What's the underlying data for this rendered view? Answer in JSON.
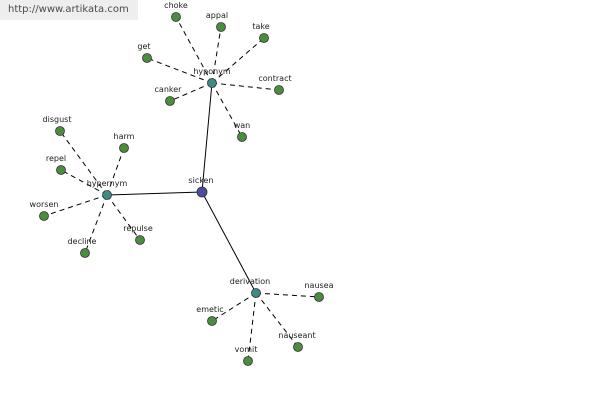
{
  "watermark": {
    "text": "http://www.artikata.com"
  },
  "graph": {
    "colors": {
      "center": "#4b4c9e",
      "hub": "#3d8a87",
      "leaf": "#4a8d3e"
    },
    "center": {
      "id": "sicken",
      "label": "sicken"
    },
    "hubs": [
      {
        "id": "hyponym",
        "label": "hyponym",
        "leaves": [
          "choke",
          "appal",
          "take",
          "get",
          "contract",
          "canker",
          "wan"
        ]
      },
      {
        "id": "hypernym",
        "label": "hypernym",
        "leaves": [
          "disgust",
          "harm",
          "repel",
          "worsen",
          "decline",
          "repulse"
        ]
      },
      {
        "id": "derivation",
        "label": "derivation",
        "leaves": [
          "nausea",
          "emetic",
          "nauseant",
          "vomit"
        ]
      }
    ]
  }
}
